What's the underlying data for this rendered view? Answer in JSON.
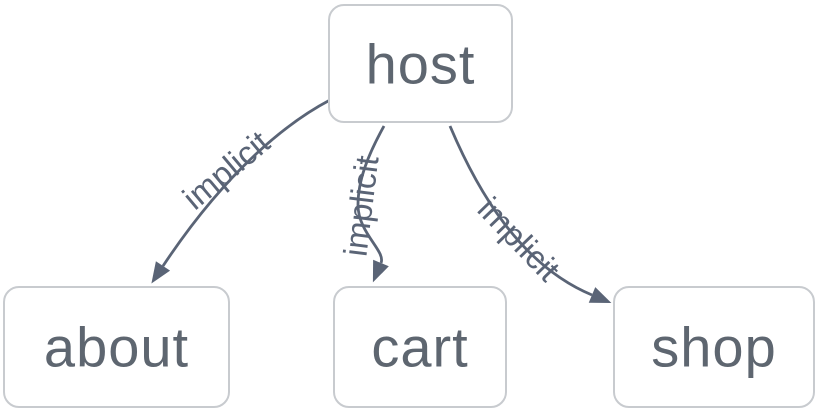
{
  "diagram": {
    "type": "graph",
    "background_color": "#ffffff",
    "node_fill_color": "#ffffff",
    "node_border_color": "#c8cbcf",
    "node_text_color": "#5e6670",
    "edge_color": "#5a6476",
    "nodes": [
      {
        "id": "host",
        "label": "host"
      },
      {
        "id": "about",
        "label": "about"
      },
      {
        "id": "cart",
        "label": "cart"
      },
      {
        "id": "shop",
        "label": "shop"
      }
    ],
    "edges": [
      {
        "from": "host",
        "to": "about",
        "label": "implicit"
      },
      {
        "from": "host",
        "to": "cart",
        "label": "implicit"
      },
      {
        "from": "host",
        "to": "shop",
        "label": "implicit"
      }
    ]
  }
}
